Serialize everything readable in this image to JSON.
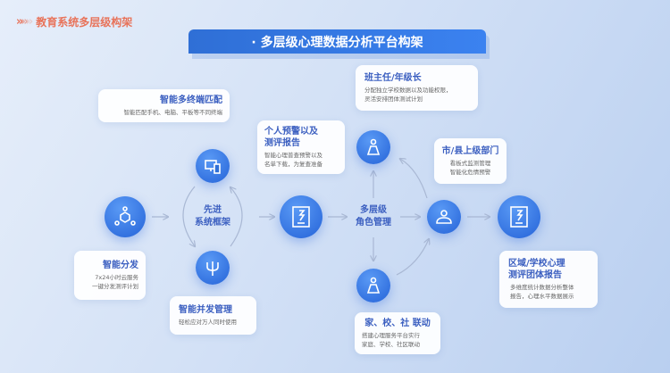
{
  "header": {
    "title": "教育系统多层级构架"
  },
  "banner": {
    "title": "· 多层级心理数据分析平台构架"
  },
  "center_labels": {
    "framework": [
      "先进",
      "系统框架"
    ],
    "roles": [
      "多层级",
      "角色管理"
    ]
  },
  "cards": {
    "multi_terminal": {
      "title": "智能多终端匹配",
      "desc": "智能匹配手机、电脑、平板等不同终端"
    },
    "personal": {
      "title": [
        "个人预警以及",
        "测评报告"
      ],
      "desc": [
        "智能心理普查预警以及",
        "名单下载，为复查准备"
      ]
    },
    "teacher": {
      "title": "班主任/年级长",
      "desc": [
        "分配独立学校数据以及功能权限，",
        "灵活安排团体测试计划"
      ]
    },
    "city": {
      "title": "市/县上级部门",
      "desc": [
        "看板式监测管理",
        "智能化危情预警"
      ]
    },
    "dispatch": {
      "title": "智能分发",
      "desc": [
        "7x24小时云服务",
        "一键分发测评计划"
      ]
    },
    "concurrency": {
      "title": "智能并发管理",
      "desc": "轻松应对万人同时使用"
    },
    "home_school": {
      "title": "家、校、社 联动",
      "desc": [
        "搭建心理服务平台实行",
        "家庭、学校、社区联动"
      ]
    },
    "regional": {
      "title": [
        "区域/学校心理",
        "测评团体报告"
      ],
      "desc": [
        "多维度统计数据分析整体",
        "报告，心理水平数据展示"
      ]
    }
  },
  "colors": {
    "accent": "#2f6fd6",
    "header": "#e8735a",
    "card_title": "#3b5fc0"
  }
}
